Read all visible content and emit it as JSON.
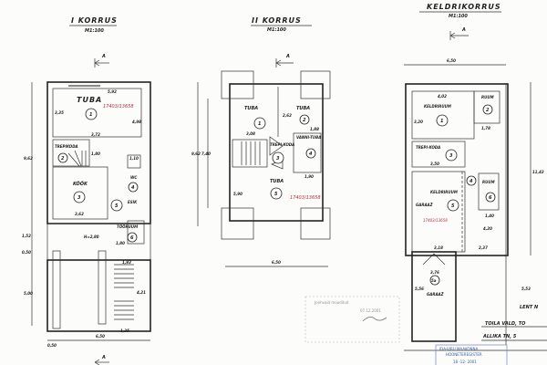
{
  "plans": [
    {
      "title": "I KORRUS",
      "scale": "M1:100",
      "section": "A",
      "rooms": [
        {
          "name": "TUBA",
          "no": "1"
        },
        {
          "name": "TREPIKODA",
          "no": "2"
        },
        {
          "name": "KÖÖK",
          "no": "3"
        },
        {
          "name": "WC",
          "no": "4"
        },
        {
          "name": "ESIK",
          "no": "5"
        },
        {
          "name": "TÖÖRUUM",
          "no": "6"
        }
      ],
      "reg_no": "17403/13658",
      "dims": {
        "d1": "5,92",
        "d2": "3,72",
        "d3": "3,35",
        "d4": "4,98",
        "d5": "1,80",
        "d6": "3,62",
        "d7": "9,62",
        "d8": "0,50",
        "d9": "1,52",
        "d10": "5,00",
        "d11": "6,50",
        "d12": "0,50",
        "d13": "H=2,80",
        "d14": "1,10",
        "d15": "1,80",
        "d16": "1,93",
        "d17": "4,21",
        "d18": "1,35"
      }
    },
    {
      "title": "II KORRUS",
      "scale": "M1:100",
      "section": "A",
      "rooms": [
        {
          "name": "TUBA",
          "no": "1"
        },
        {
          "name": "TUBA",
          "no": "2"
        },
        {
          "name": "TREPI-KODA",
          "no": "3"
        },
        {
          "name": "VANNI-TUBA",
          "no": "4"
        },
        {
          "name": "TUBA",
          "no": "5"
        }
      ],
      "reg_no": "17403/13658",
      "dims": {
        "d1": "9,62",
        "d2": "7,40",
        "d3": "3,08",
        "d4": "2,62",
        "d5": "5,90",
        "d6": "6,50",
        "d7": "1,88",
        "d8": "1,90"
      }
    },
    {
      "title": "KELDRIKORRUS",
      "scale": "M1:100",
      "section": "A",
      "rooms": [
        {
          "name": "KELDRIRUUM",
          "no": "1"
        },
        {
          "name": "RUUM",
          "no": "2"
        },
        {
          "name": "TREPI-KODA",
          "no": "3"
        },
        {
          "name": "",
          "no": "4"
        },
        {
          "name": "KELDRIRUUM",
          "no": "5"
        },
        {
          "name": "RUUM",
          "no": "6"
        },
        {
          "name": "GARAAŽ",
          "no": "5a"
        }
      ],
      "garage_label": "GARAAŽ",
      "reg_no": "17403/13658",
      "dims": {
        "d1": "6,50",
        "d2": "4,02",
        "d3": "3,20",
        "d4": "3,50",
        "d5": "11,43",
        "d6": "3,18",
        "d7": "2,37",
        "d8": "3,76",
        "d9": "5,56",
        "d10": "4,20",
        "d11": "1,40",
        "d12": "1,78",
        "d13": "5,53"
      }
    }
  ],
  "title_block": {
    "line1": "LENT N",
    "line2": "TOILA VALD, TO",
    "line3": "ALLIKA TN, 5"
  },
  "stamp_gray": {
    "line1": "Joehvaid mooditud",
    "date": "07.12.2001"
  },
  "stamp_blue": {
    "line1": "IDA-VIRU MAAKONNA",
    "line2": "HOONETEREGISTER",
    "date": "18 -12- 2001"
  }
}
